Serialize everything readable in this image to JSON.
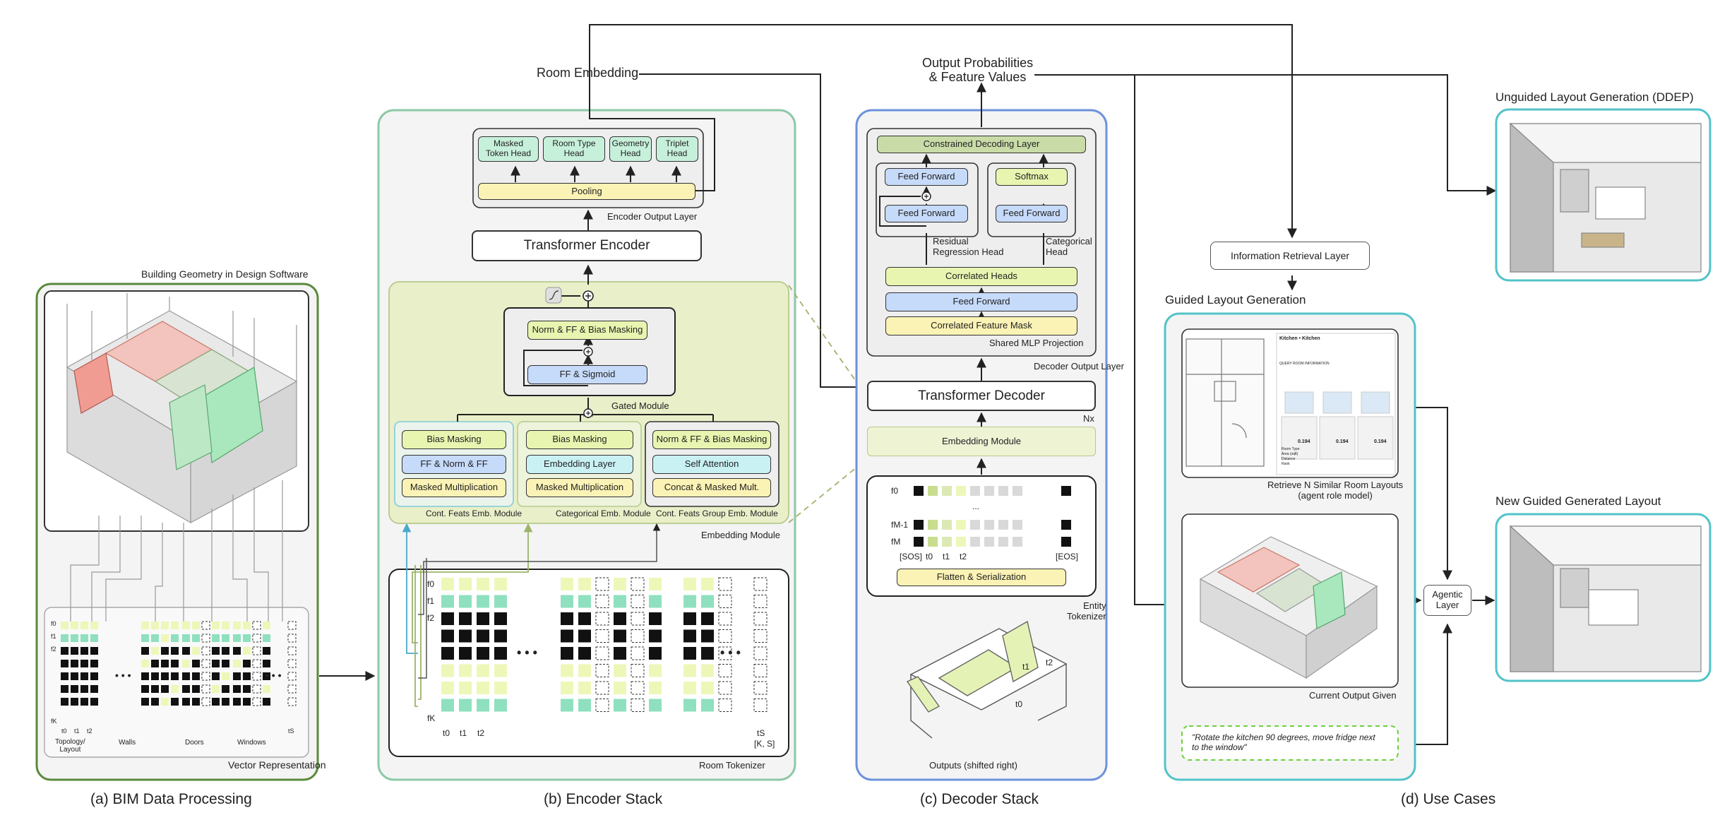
{
  "captions": {
    "a": "(a) BIM Data Processing",
    "b": "(b) Encoder Stack",
    "c": "(c) Decoder Stack",
    "d": "(d) Use Cases"
  },
  "bim": {
    "title": "Building Geometry in Design Software",
    "vector_label": "Vector Representation",
    "row_labels": [
      "f0",
      "f1",
      "f2",
      "fK"
    ],
    "col_labels": [
      "t0",
      "t1",
      "t2",
      "tS"
    ],
    "group_labels": [
      "Topology/\nLayout",
      "Walls",
      "Doors",
      "Windows"
    ],
    "dots": "• • •"
  },
  "encoder": {
    "room_embedding": "Room Embedding",
    "heads": [
      "Masked\nToken Head",
      "Room Type\nHead",
      "Geometry\nHead",
      "Triplet\nHead"
    ],
    "pooling": "Pooling",
    "output_layer": "Encoder Output Layer",
    "transformer": "Transformer Encoder",
    "gated": {
      "norm_ff_bias": "Norm & FF & Bias Masking",
      "ff_sigmoid": "FF & Sigmoid",
      "label": "Gated Module"
    },
    "cont_feats": {
      "items": [
        "Bias Masking",
        "FF & Norm & FF",
        "Masked Multiplication"
      ],
      "label": "Cont. Feats Emb. Module"
    },
    "categorical": {
      "items": [
        "Bias Masking",
        "Embedding Layer",
        "Masked Multiplication"
      ],
      "label": "Categorical Emb. Module"
    },
    "cont_group": {
      "items": [
        "Norm & FF & Bias Masking",
        "Self Attention",
        "Concat & Masked Mult."
      ],
      "label": "Cont. Feats Group Emb. Module"
    },
    "embedding_module": "Embedding Module",
    "tokenizer": {
      "rows": [
        "f0",
        "f1",
        "f2",
        "fK"
      ],
      "cols": [
        "t0",
        "t1",
        "t2",
        "tS"
      ],
      "shape": "[K, S]",
      "label": "Room Tokenizer",
      "dots": "• • •"
    }
  },
  "decoder": {
    "output_probs": "Output Probabilities\n& Feature Values",
    "constrained": "Constrained Decoding Layer",
    "ff_top": "Feed Forward",
    "ff_bottom": "Feed Forward",
    "softmax": "Softmax",
    "ff_cat": "Feed Forward",
    "residual_label": "Residual\nRegression Head",
    "categorical_label": "Categorical\nHead",
    "correlated_heads": "Correlated Heads",
    "feed_forward": "Feed Forward",
    "correlated_mask": "Correlated Feature Mask",
    "shared_mlp": "Shared MLP Projection",
    "output_layer": "Decoder Output Layer",
    "transformer": "Transformer Decoder",
    "nx": "Nx",
    "embedding_module": "Embedding Module",
    "entity": {
      "rows": [
        "f0",
        "fM-1",
        "fM"
      ],
      "cols": [
        "[SOS]",
        "t0",
        "t1",
        "t2",
        "[EOS]"
      ],
      "flatten": "Flatten & Serialization",
      "label": "Entity\nTokenizer",
      "dots": "..."
    },
    "room_labels": [
      "t1",
      "t2",
      "t0"
    ],
    "outputs": "Outputs (shifted right)"
  },
  "use_cases": {
    "unguided": "Unguided Layout Generation (DDEP)",
    "info_retrieval": "Information Retrieval Layer",
    "guided": "Guided Layout Generation",
    "retrieve": "Retrieve N Similar Room Layouts\n(agent role model)",
    "current": "Current Output Given",
    "prompt": "\"Rotate the kitchen 90 degrees, move fridge next\nto the window\"",
    "agentic": "Agentic\nLayer",
    "new_guided": "New Guided Generated Layout",
    "form": {
      "title": "Kitchen • Kitchen",
      "section": "QUERY ROOM INFORMATION",
      "values": [
        "0.194",
        "0.194",
        "0.194"
      ],
      "rows": [
        "Room Type",
        "Area (sqft)",
        "Distance",
        "Rank"
      ]
    }
  },
  "colors": {
    "bim_border": "#5a8a3c",
    "encoder_border": "#8cc9a8",
    "embedding_bg": "#e9efc9",
    "decoder_border": "#6d92dc",
    "usecase_border": "#52c3c8"
  }
}
